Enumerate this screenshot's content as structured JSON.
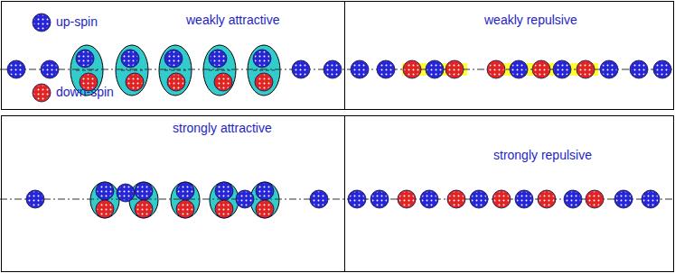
{
  "diagram": {
    "nodes": [
      {
        "text": [
          "weakly attractive"
        ]
      },
      {
        "text": [
          "weakly repulsive"
        ]
      },
      {
        "text": [
          "strongly attractive"
        ]
      },
      {
        "text": [
          "strongly repulsive"
        ]
      }
    ],
    "legend": [
      {
        "text": "up-spin",
        "color": "#2626d6"
      },
      {
        "text": "down-spin",
        "color": "#e02424"
      }
    ]
  }
}
